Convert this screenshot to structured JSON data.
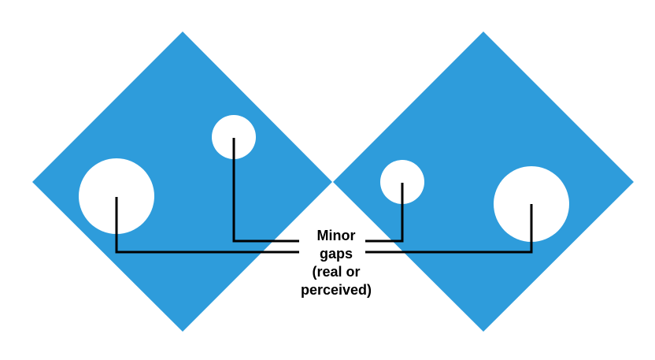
{
  "colors": {
    "diamond": "#2E9CDB",
    "hole": "#FFFFFF",
    "leader": "#000000"
  },
  "diagram": {
    "shapes": [
      {
        "name": "left-diamond",
        "holes": [
          "large-hole",
          "small-hole"
        ]
      },
      {
        "name": "right-diamond",
        "holes": [
          "small-hole",
          "large-hole"
        ]
      }
    ],
    "label_lines": [
      "Minor",
      "gaps",
      "(real or",
      "perceived)"
    ]
  }
}
